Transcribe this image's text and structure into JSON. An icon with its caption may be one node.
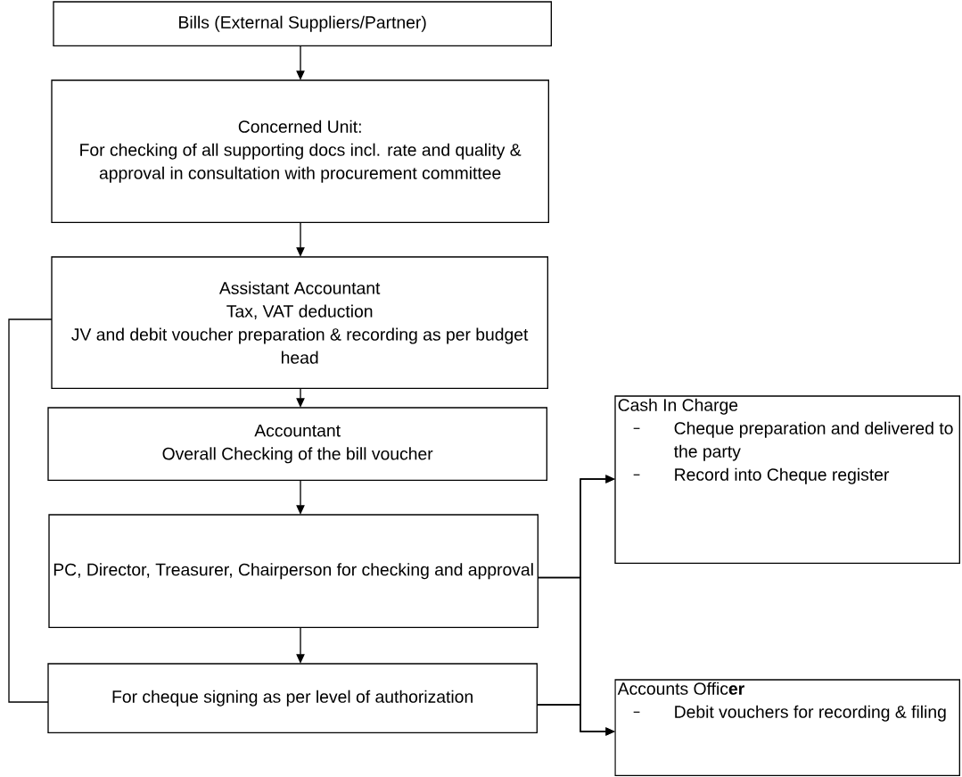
{
  "diagram": {
    "nodes": [
      {
        "text": [
          "Bills (External Suppliers/Partner)"
        ]
      },
      {
        "text": [
          "Concerned Unit:",
          "For checking of all supporting docs incl. rate and quality & approval in consultation with procurement committee"
        ]
      },
      {
        "text": [
          "Assistant Accountant",
          "Tax, VAT deduction",
          "JV and debit voucher preparation & recording as per budget head"
        ]
      },
      {
        "text": [
          "Accountant",
          "Overall Checking of the bill voucher"
        ]
      },
      {
        "text": [
          "PC, Director, Treasurer, Chairperson for checking and approval"
        ]
      },
      {
        "text": [
          "For cheque signing as per level of authorization"
        ]
      },
      {
        "text": [
          "Cash In Charge",
          "Cheque preparation and delivered to the party",
          "Record into Cheque register"
        ]
      },
      {
        "text": [
          "Accounts Offic**er**",
          "Debit vouchers for recording & filing"
        ]
      }
    ],
    "edges": [
      {
        "from": 0,
        "to": 1,
        "arrow": "to"
      },
      {
        "from": 1,
        "to": 2,
        "arrow": "to"
      },
      {
        "from": 2,
        "to": 3,
        "arrow": "to"
      },
      {
        "from": 3,
        "to": 4,
        "arrow": "to"
      },
      {
        "from": 4,
        "to": 5,
        "arrow": "to"
      },
      {
        "from": 2,
        "to": 5,
        "arrow": "none"
      },
      {
        "from": 4,
        "to": 6,
        "arrow": "to"
      },
      {
        "from": 4,
        "to": 7,
        "arrow": "to"
      },
      {
        "from": 5,
        "to": 6,
        "arrow": "to"
      },
      {
        "from": 5,
        "to": 7,
        "arrow": "to"
      }
    ]
  }
}
